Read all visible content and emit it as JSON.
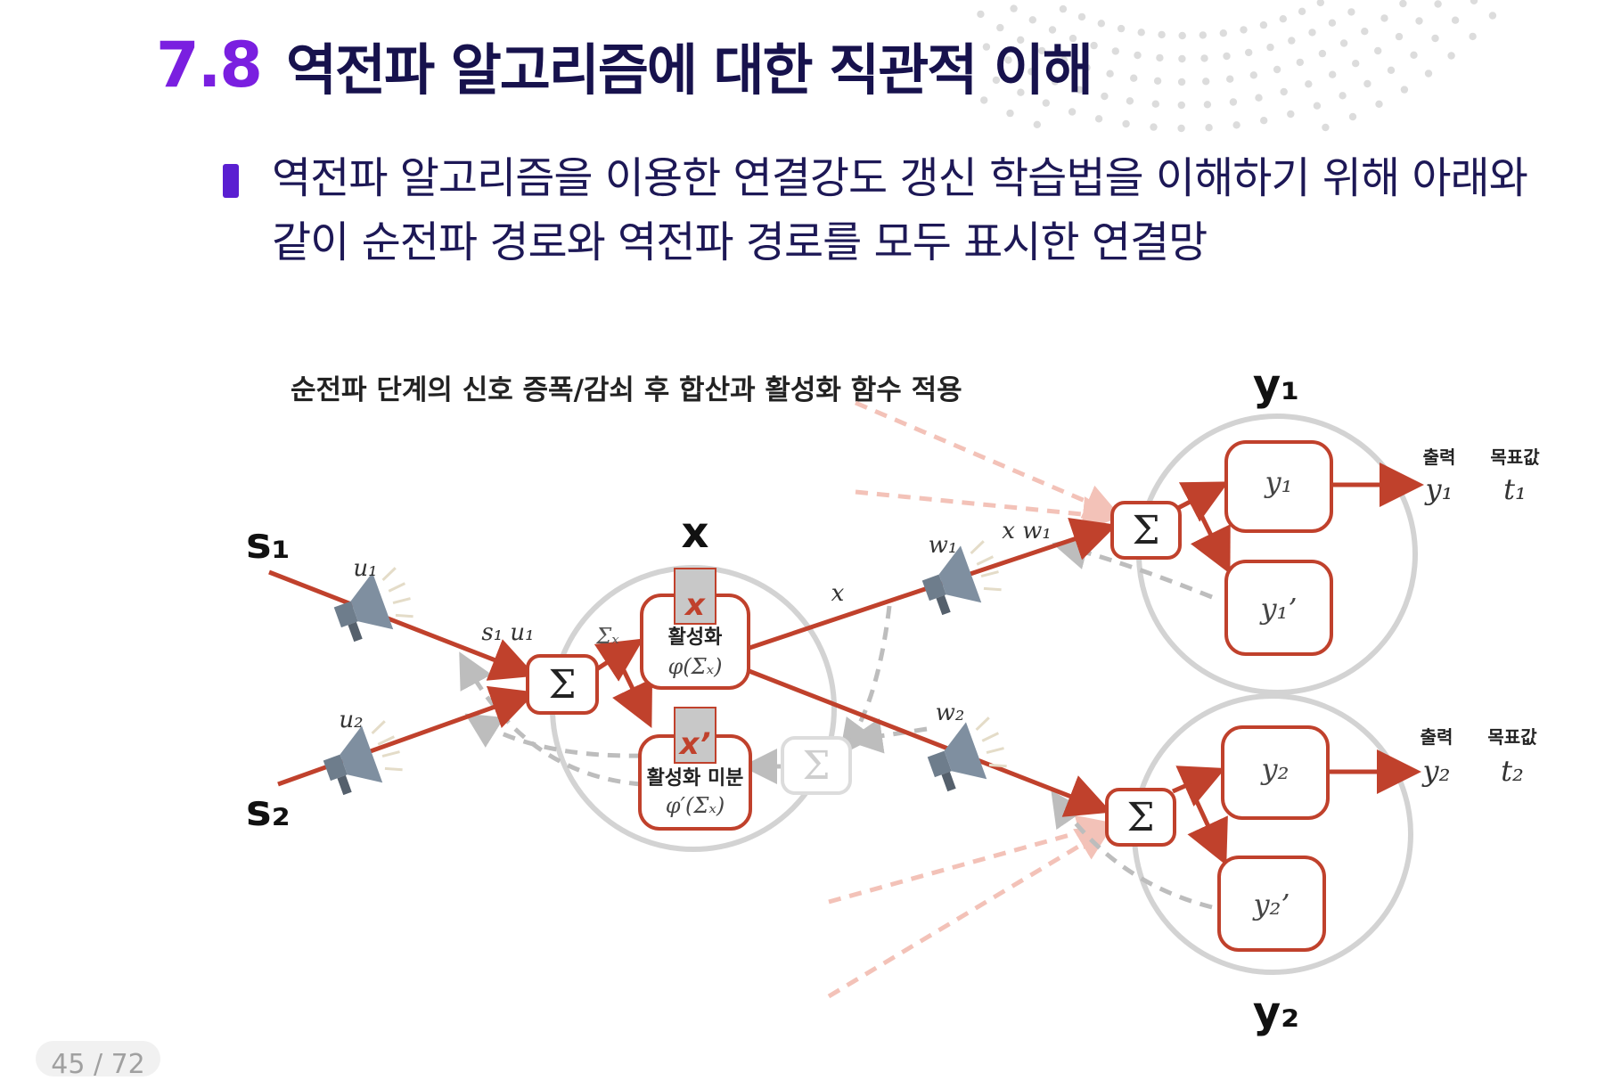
{
  "slide": {
    "title_number": "7.8",
    "title_text": "역전파 알고리즘에 대한 직관적 이해",
    "body": "역전파 알고리즘을 이용한 연결강도 갱신 학습법을 이해하기 위해 아래와 같이 순전파 경로와 역전파 경로를 모두 표시한 연결망",
    "page_counter": "45 / 72"
  },
  "diagram": {
    "caption": "순전파 단계의 신호 증폭/감쇠 후 합산과 활성화 함수 적용",
    "inputs": {
      "s1": "s₁",
      "s2": "s₂"
    },
    "weights": {
      "u1": "u₁",
      "u2": "u₂",
      "w1": "w₁",
      "w2": "w₂"
    },
    "edge_labels": {
      "s1u1": "s₁ u₁",
      "sigma_x": "Σₓ",
      "x": "x",
      "xw1": "x w₁"
    },
    "sum_symbol": "Σ",
    "hidden": {
      "label": "x",
      "node_x": "x",
      "activation_label": "활성화",
      "activation_formula": "φ(Σₓ)",
      "node_xprime": "x’",
      "derivative_label": "활성화 미분",
      "derivative_formula": "φ′(Σₓ)"
    },
    "outputs": {
      "y1": {
        "label": "y₁",
        "node": "y₁",
        "node_prime": "y₁’",
        "out_header": "출력",
        "target_header": "목표값",
        "out_value": "y₁",
        "target_value": "t₁"
      },
      "y2": {
        "label": "y₂",
        "node": "y₂",
        "node_prime": "y₂’",
        "out_header": "출력",
        "target_header": "목표값",
        "out_value": "y₂",
        "target_value": "t₂"
      }
    },
    "colors": {
      "forward": "#c0412c",
      "backward": "#bdbdbd",
      "circle": "#cfcfcf",
      "accent_title": "#7a1fe0",
      "title": "#17124d"
    }
  }
}
